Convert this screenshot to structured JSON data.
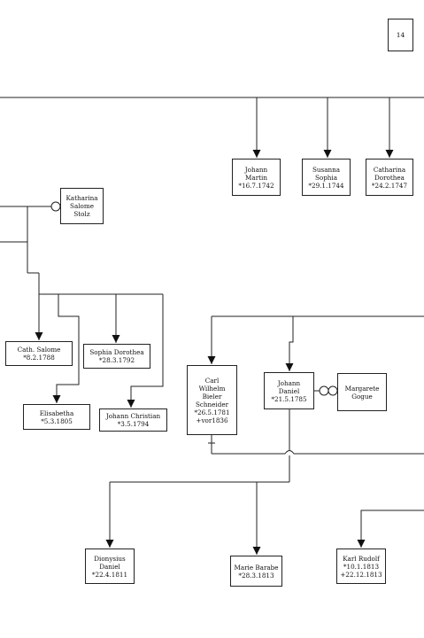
{
  "page_number": "14",
  "people": {
    "johann_martin": [
      "Johann",
      "Martin",
      "*16.7.1742"
    ],
    "susanna_sophia": [
      "Susanna",
      "Sophia",
      "*29.1.1744"
    ],
    "catharina_dorothea": [
      "Catharina",
      "Dorothea",
      "*24.2.1747"
    ],
    "katharina_salome": [
      "Katharina",
      "Salome",
      "Stolz"
    ],
    "cath_salome": [
      "Cath. Salome",
      "*8.2.1788"
    ],
    "sophia_dorothea": [
      "Sophia Dorothea",
      "*28.3.1792"
    ],
    "elisabetha": [
      "Elisabetha",
      "*5.3.1805"
    ],
    "johann_christian": [
      "Johann Christian",
      "*3.5.1794"
    ],
    "carl_wilhelm": [
      "Carl",
      "Wilhelm",
      "Bieler",
      "Schneider",
      "*26.5.1781",
      "+vor1836"
    ],
    "johann_daniel": [
      "Johann",
      "Daniel",
      "*21.5.1785"
    ],
    "margarete_gogue": [
      "Margarete",
      "Gogue"
    ],
    "dionysius_daniel": [
      "Dionysius",
      "Daniel",
      "*22.4.1811"
    ],
    "marie_barabe": [
      "Marie Barabe",
      "*28.3.1813"
    ],
    "karl_rudolf": [
      "Karl Rudolf",
      "*10.1.1813",
      "+22.12.1813"
    ]
  }
}
